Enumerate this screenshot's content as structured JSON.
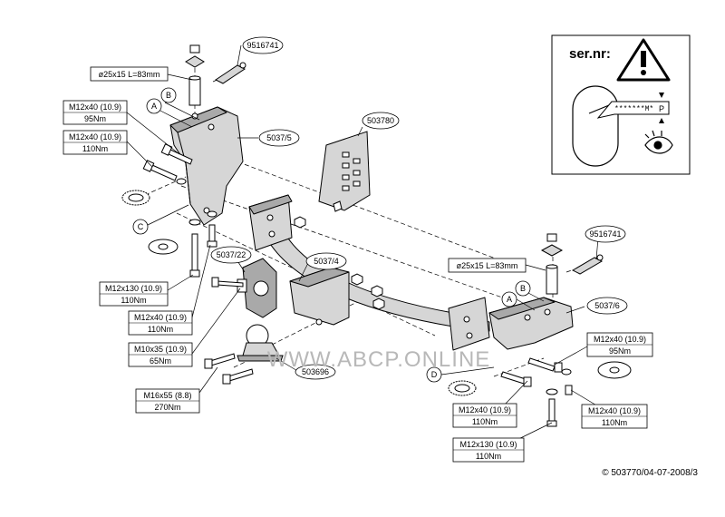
{
  "boxes": [
    {
      "id": "bolt-d25-left",
      "line1": "ø25x15 L=83mm",
      "line2": ""
    },
    {
      "id": "bolt-m12x40-95-left",
      "line1": "M12x40 (10.9)",
      "line2": "95Nm"
    },
    {
      "id": "bolt-m12x40-110-left",
      "line1": "M12x40 (10.9)",
      "line2": "110Nm"
    },
    {
      "id": "bolt-m12x130-left",
      "line1": "M12x130 (10.9)",
      "line2": "110Nm"
    },
    {
      "id": "bolt-m12x40-110-mid",
      "line1": "M12x40 (10.9)",
      "line2": "110Nm"
    },
    {
      "id": "bolt-m10x35",
      "line1": "M10x35 (10.9)",
      "line2": "65Nm"
    },
    {
      "id": "bolt-m16x55",
      "line1": "M16x55 (8.8)",
      "line2": "270Nm"
    },
    {
      "id": "bolt-d25-right",
      "line1": "ø25x15 L=83mm",
      "line2": ""
    },
    {
      "id": "bolt-m12x40-95-right",
      "line1": "M12x40 (10.9)",
      "line2": "95Nm"
    },
    {
      "id": "bolt-m12x40-110-right-a",
      "line1": "M12x40 (10.9)",
      "line2": "110Nm"
    },
    {
      "id": "bolt-m12x40-110-right-b",
      "line1": "M12x40 (10.9)",
      "line2": "110Nm"
    },
    {
      "id": "bolt-m12x130-right",
      "line1": "M12x130 (10.9)",
      "line2": "110Nm"
    }
  ],
  "callouts": [
    {
      "id": "9516741-left",
      "text": "9516741"
    },
    {
      "id": "5037-5",
      "text": "5037/5"
    },
    {
      "id": "503780",
      "text": "503780"
    },
    {
      "id": "5037-22",
      "text": "5037/22"
    },
    {
      "id": "5037-4",
      "text": "5037/4"
    },
    {
      "id": "9516741-right",
      "text": "9516741"
    },
    {
      "id": "5037-6",
      "text": "5037/6"
    },
    {
      "id": "ball-part",
      "text": "503696"
    }
  ],
  "letters": [
    {
      "id": "A-left",
      "text": "A"
    },
    {
      "id": "B-left",
      "text": "B"
    },
    {
      "id": "C-left",
      "text": "C"
    },
    {
      "id": "A-right",
      "text": "A"
    },
    {
      "id": "B-right",
      "text": "B"
    },
    {
      "id": "D-right",
      "text": "D"
    }
  ],
  "serial_panel": {
    "title": "ser.nr:",
    "plate_text": "*******M*",
    "plate_suffix": "P"
  },
  "watermark": "WWW.ABCP.ONLINE",
  "copyright": "© 503770/04-07-2008/3",
  "colors": {
    "ink": "#000000",
    "part_fill": "#d6d6d6",
    "part_fill_dark": "#a9a9a9",
    "watermark": "#b8b8b8"
  }
}
